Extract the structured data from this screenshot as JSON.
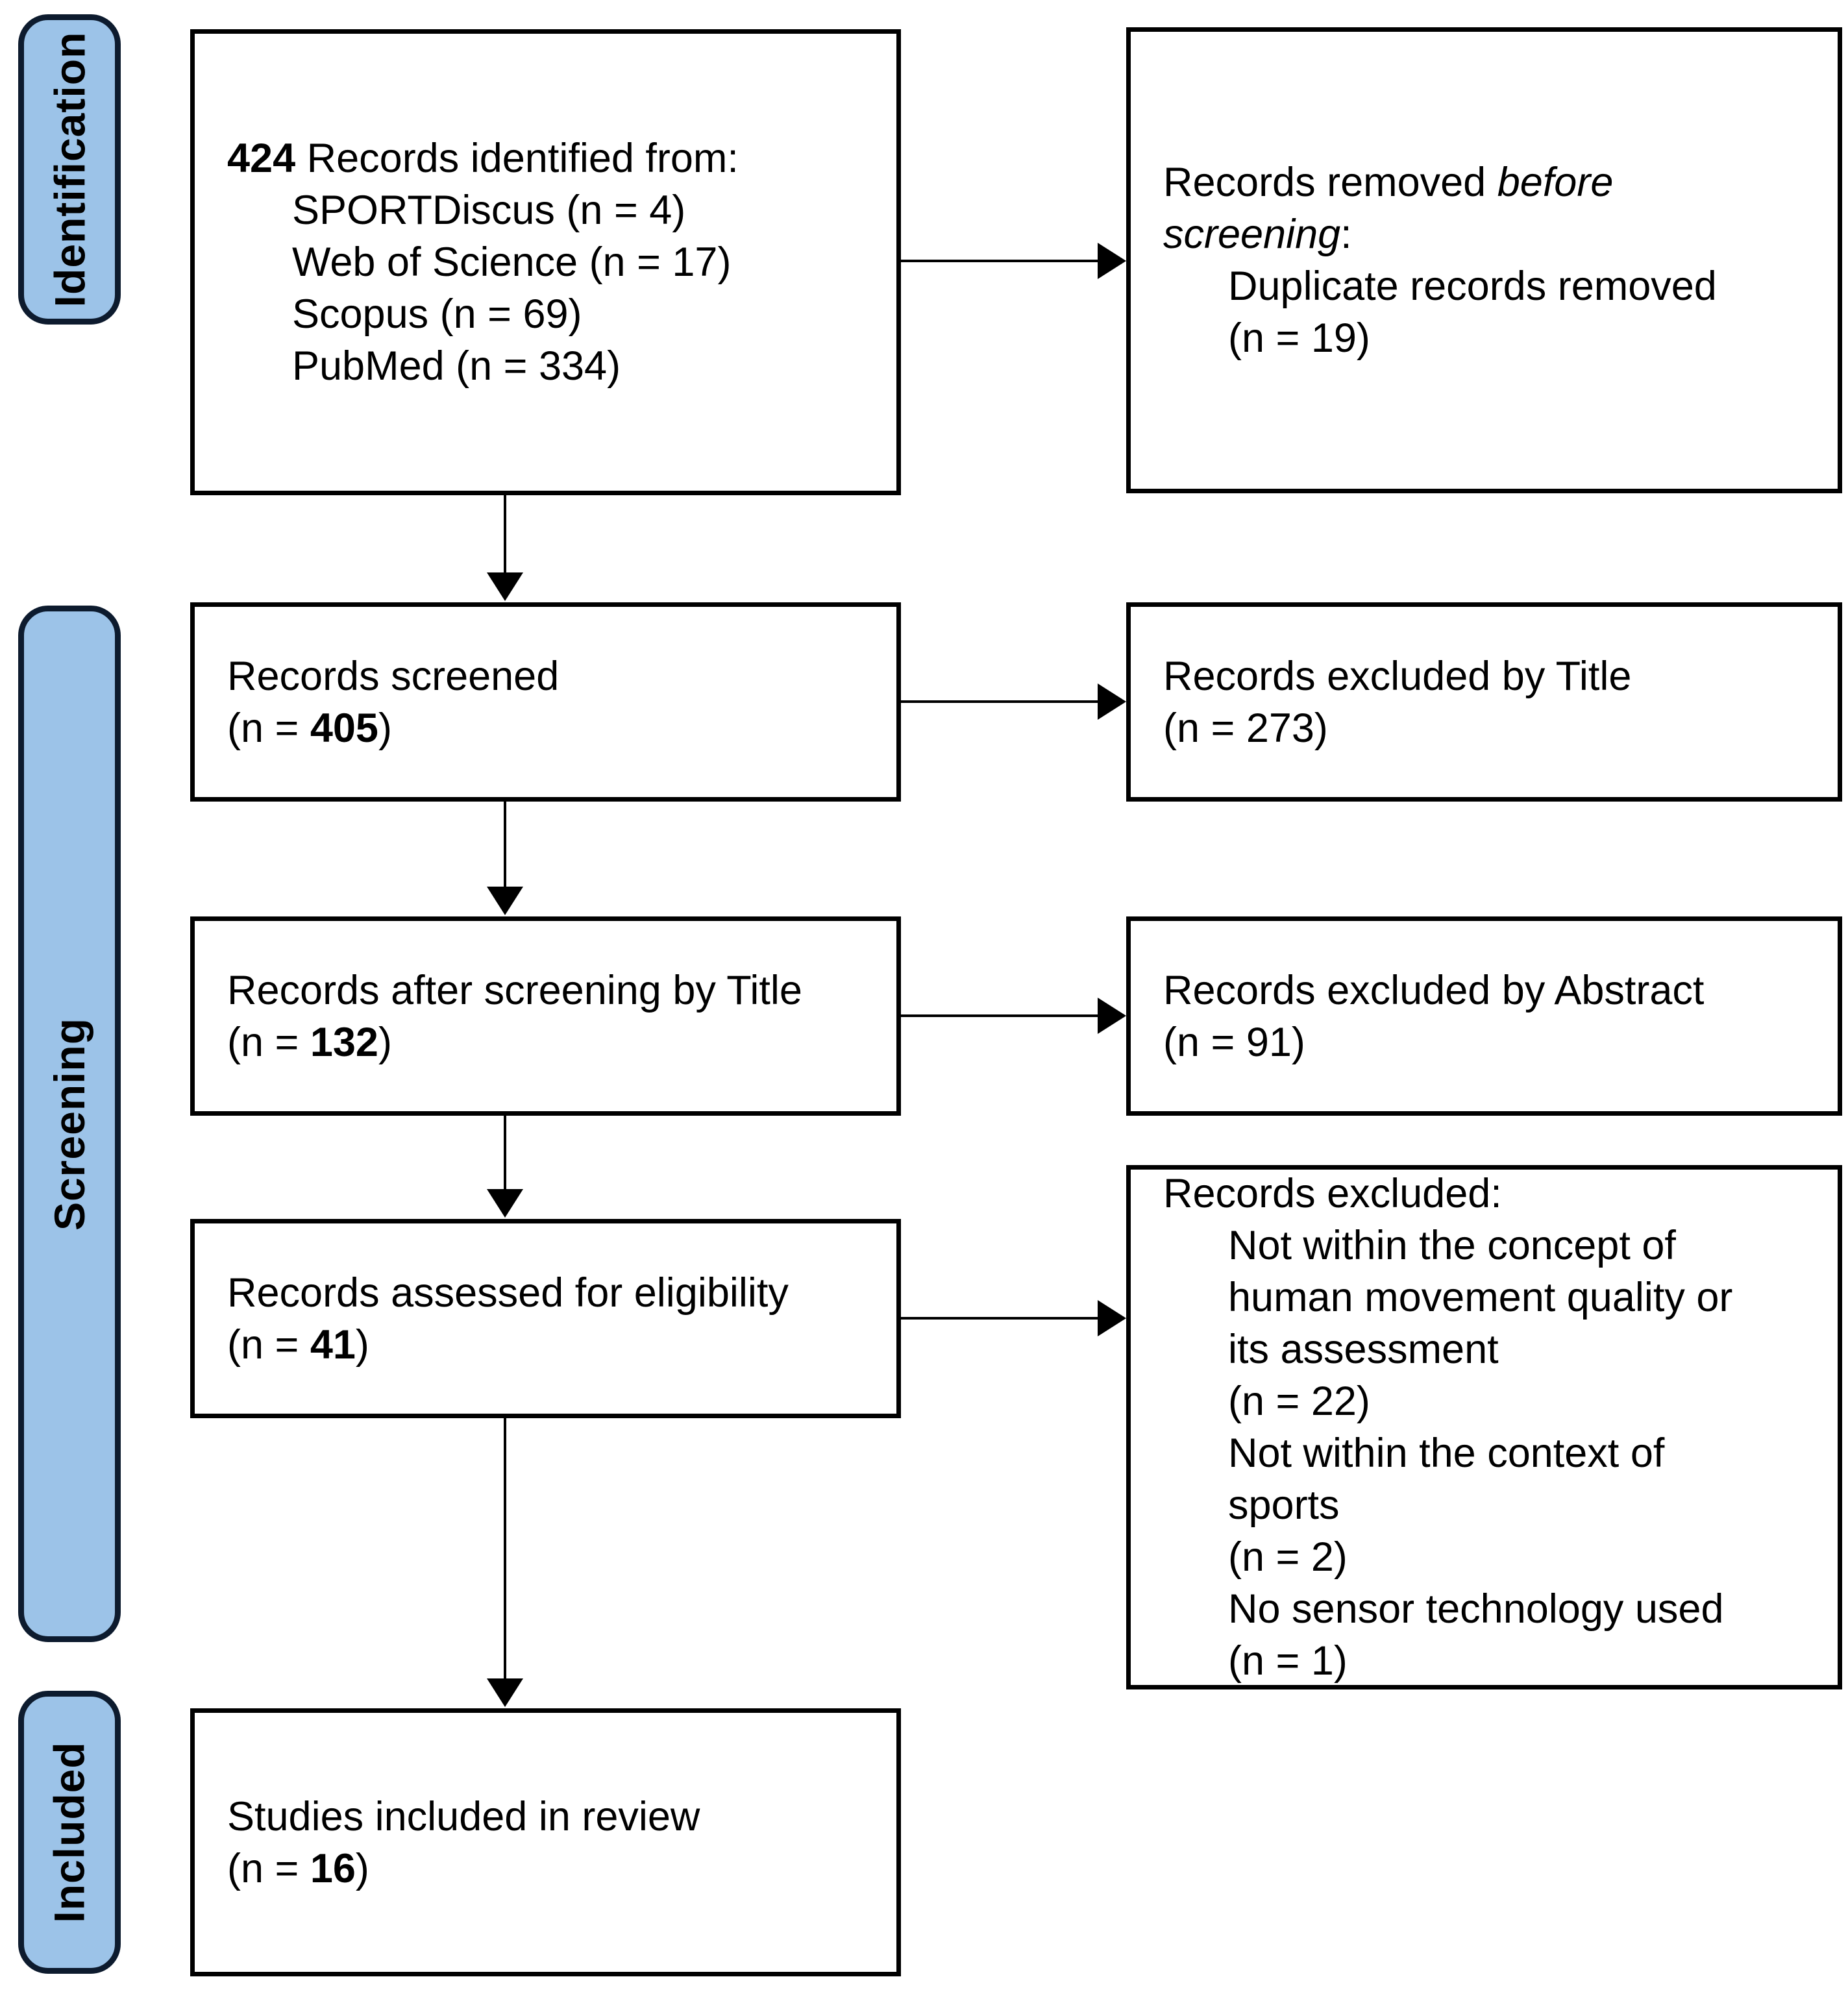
{
  "figure": {
    "kind": "prisma-flow-diagram"
  },
  "colors": {
    "stage_fill": "#9cc3e8",
    "stage_border": "#0d1b2e",
    "box_fill": "#ffffff",
    "box_border": "#000000",
    "arrow": "#000000",
    "text": "#000000"
  },
  "stages": {
    "identification": {
      "label": "Identification"
    },
    "screening": {
      "label": "Screening"
    },
    "included": {
      "label": "Included"
    }
  },
  "boxes": {
    "identified": {
      "lines": [
        {
          "indent": 0,
          "segs": [
            {
              "t": "424",
              "b": 1
            },
            {
              "t": " Records identified from:"
            }
          ]
        },
        {
          "indent": 1,
          "segs": [
            {
              "t": "SPORTDiscus (n = 4)"
            }
          ]
        },
        {
          "indent": 1,
          "segs": [
            {
              "t": "Web of Science (n = 17)"
            }
          ]
        },
        {
          "indent": 1,
          "segs": [
            {
              "t": "Scopus (n = 69)"
            }
          ]
        },
        {
          "indent": 1,
          "segs": [
            {
              "t": "PubMed (n = 334)"
            }
          ]
        }
      ]
    },
    "removed_before_screening": {
      "lines": [
        {
          "indent": 0,
          "segs": [
            {
              "t": "Records removed "
            },
            {
              "t": "before",
              "i": 1
            }
          ]
        },
        {
          "indent": 0,
          "segs": [
            {
              "t": "screening",
              "i": 1
            },
            {
              "t": ":"
            }
          ]
        },
        {
          "indent": 1,
          "segs": [
            {
              "t": "Duplicate records removed"
            }
          ]
        },
        {
          "indent": 1,
          "segs": [
            {
              "t": "(n = 19)"
            }
          ]
        }
      ]
    },
    "screened": {
      "lines": [
        {
          "indent": 0,
          "segs": [
            {
              "t": "Records screened"
            }
          ]
        },
        {
          "indent": 0,
          "segs": [
            {
              "t": "(n = "
            },
            {
              "t": "405",
              "b": 1
            },
            {
              "t": ")"
            }
          ]
        }
      ]
    },
    "excluded_by_title": {
      "lines": [
        {
          "indent": 0,
          "segs": [
            {
              "t": "Records excluded by Title"
            }
          ]
        },
        {
          "indent": 0,
          "segs": [
            {
              "t": "(n = 273)"
            }
          ]
        }
      ]
    },
    "after_screening_by_title": {
      "lines": [
        {
          "indent": 0,
          "segs": [
            {
              "t": "Records after screening by Title"
            }
          ]
        },
        {
          "indent": 0,
          "segs": [
            {
              "t": "(n = "
            },
            {
              "t": "132",
              "b": 1
            },
            {
              "t": ")"
            }
          ]
        }
      ]
    },
    "excluded_by_abstract": {
      "lines": [
        {
          "indent": 0,
          "segs": [
            {
              "t": "Records excluded by Abstract"
            }
          ]
        },
        {
          "indent": 0,
          "segs": [
            {
              "t": "(n = 91)"
            }
          ]
        }
      ]
    },
    "assessed_for_eligibility": {
      "lines": [
        {
          "indent": 0,
          "segs": [
            {
              "t": "Records assessed for eligibility"
            }
          ]
        },
        {
          "indent": 0,
          "segs": [
            {
              "t": "(n = "
            },
            {
              "t": "41",
              "b": 1
            },
            {
              "t": ")"
            }
          ]
        }
      ]
    },
    "excluded_reasons": {
      "lines": [
        {
          "indent": 0,
          "segs": [
            {
              "t": "Records excluded:"
            }
          ]
        },
        {
          "indent": 1,
          "segs": [
            {
              "t": "Not within the concept of"
            }
          ]
        },
        {
          "indent": 1,
          "segs": [
            {
              "t": "human movement quality or"
            }
          ]
        },
        {
          "indent": 1,
          "segs": [
            {
              "t": "its assessment"
            }
          ]
        },
        {
          "indent": 1,
          "segs": [
            {
              "t": "(n = 22)"
            }
          ]
        },
        {
          "indent": 1,
          "segs": [
            {
              "t": "Not within the context of"
            }
          ]
        },
        {
          "indent": 1,
          "segs": [
            {
              "t": "sports"
            }
          ]
        },
        {
          "indent": 1,
          "segs": [
            {
              "t": "(n = 2)"
            }
          ]
        },
        {
          "indent": 1,
          "segs": [
            {
              "t": "No sensor technology used"
            }
          ]
        },
        {
          "indent": 1,
          "segs": [
            {
              "t": "(n = 1)"
            }
          ]
        }
      ]
    },
    "included_in_review": {
      "lines": [
        {
          "indent": 0,
          "segs": [
            {
              "t": "Studies included in review"
            }
          ]
        },
        {
          "indent": 0,
          "segs": [
            {
              "t": "(n = "
            },
            {
              "t": "16",
              "b": 1
            },
            {
              "t": ")"
            }
          ]
        }
      ]
    }
  }
}
